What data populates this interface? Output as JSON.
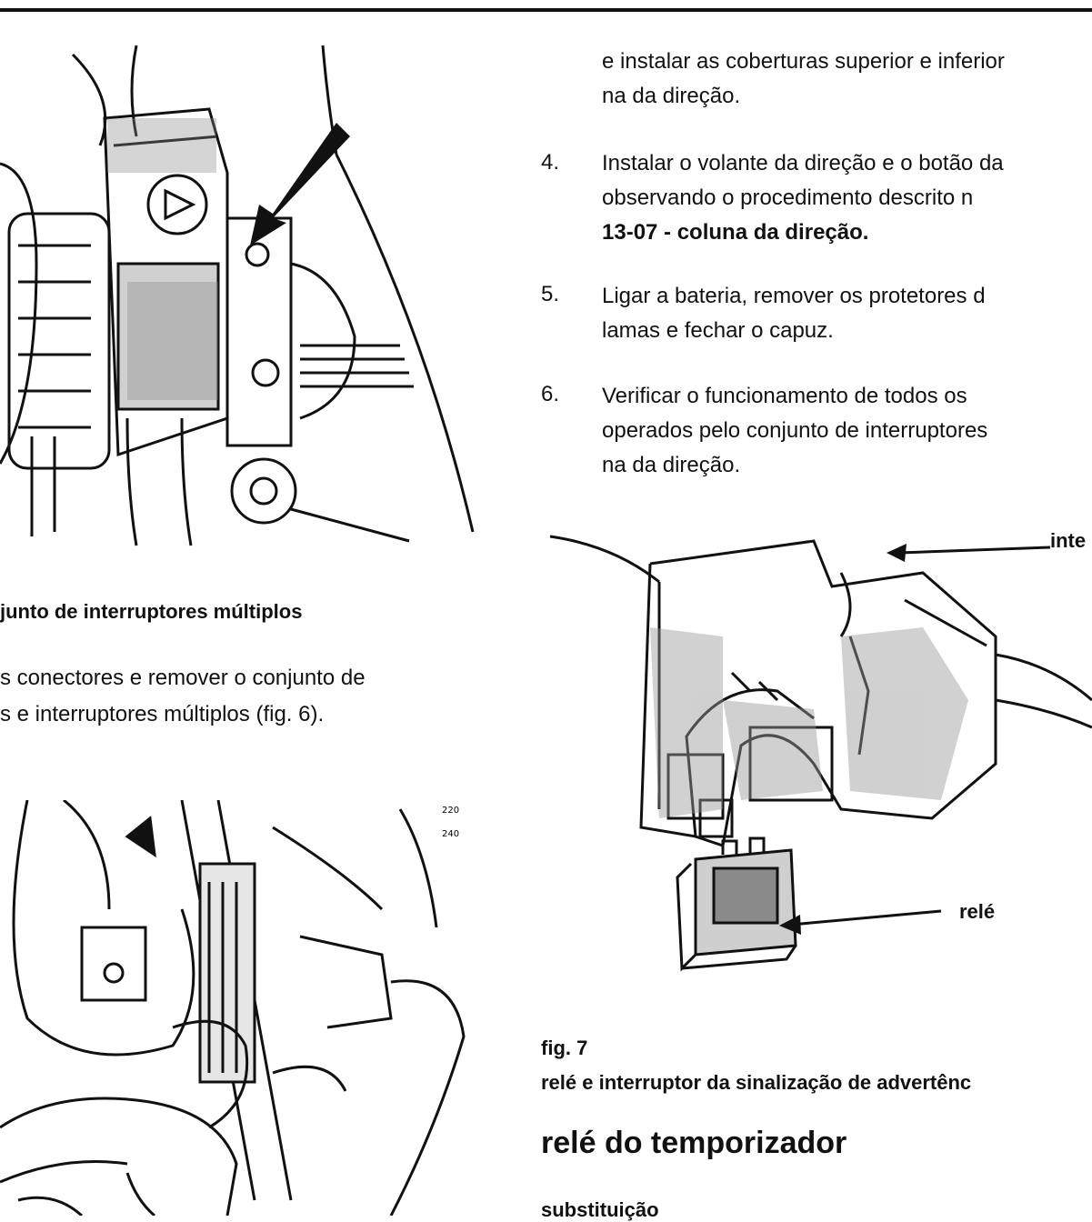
{
  "left": {
    "figure6_caption": "junto de interruptores múltiplos",
    "para_line1": "s conectores e remover o conjunto de",
    "para_line2": "s e interruptores múltiplos (fig. 6)."
  },
  "right": {
    "intro_line1": "e instalar as coberturas superior e inferior",
    "intro_line2": "na da direção.",
    "steps": [
      {
        "num": "4.",
        "line1": "Instalar o volante da direção e o botão da",
        "line2": "observando o procedimento descrito n",
        "line3": "13-07 - coluna da direção."
      },
      {
        "num": "5.",
        "line1": "Ligar a bateria, remover os protetores d",
        "line2": "lamas e fechar o capuz."
      },
      {
        "num": "6.",
        "line1": "Verificar o funcionamento de todos os",
        "line2": "operados pelo conjunto de interruptores",
        "line3": "na da direção."
      }
    ],
    "fig7_label_top": "inte",
    "fig7_label_relay": "relé",
    "fig7_number": "fig. 7",
    "fig7_caption": "relé e interruptor da sinalização de advertênc",
    "section_title": "relé do temporizador",
    "subsection": "substituição"
  },
  "stray_numbers": {
    "n1": "220",
    "n2": "240"
  }
}
